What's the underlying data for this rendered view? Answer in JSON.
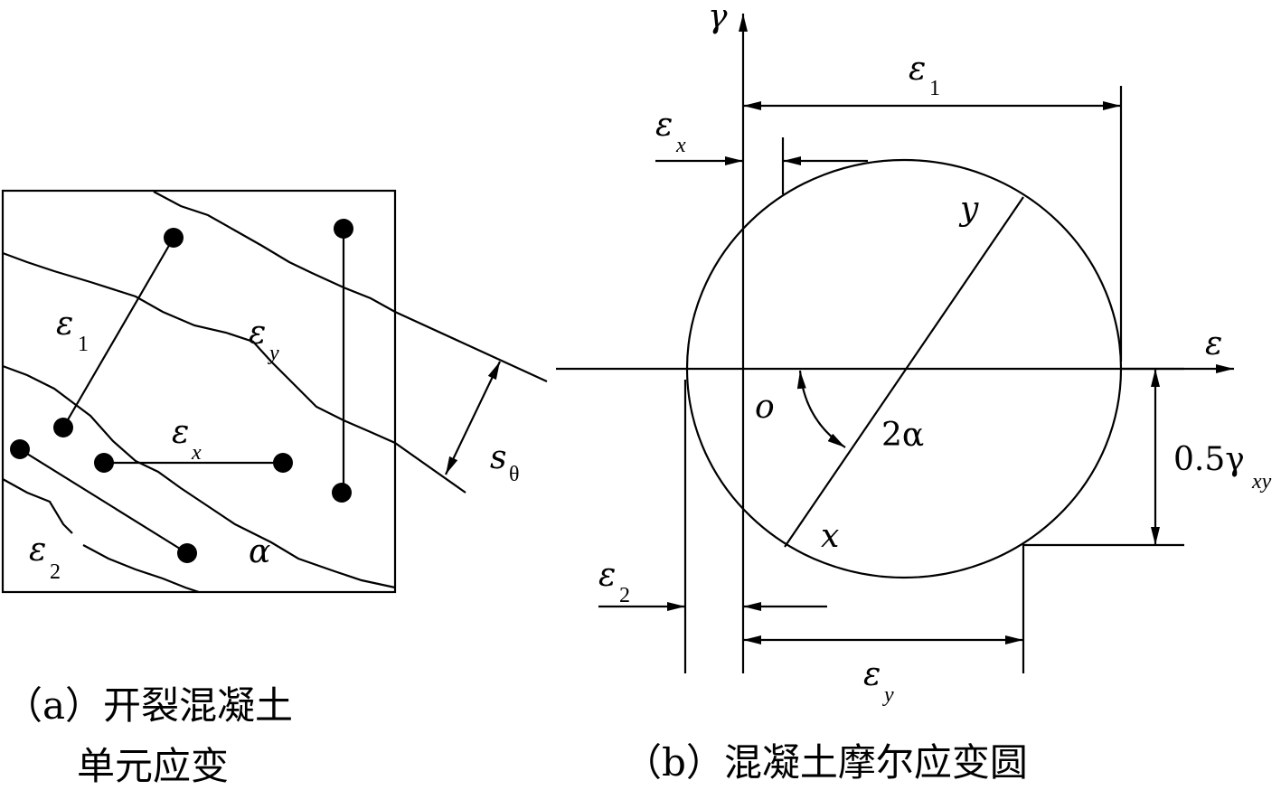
{
  "panel_a": {
    "labels": {
      "eps1": "ε",
      "eps1_sub": "1",
      "epsy": "ε",
      "epsy_sub": "y",
      "epsx": "ε",
      "epsx_sub": "x",
      "eps2": "ε",
      "eps2_sub": "2",
      "alpha": "α",
      "s": "s",
      "s_sub": "θ"
    },
    "caption_line1": "（a）开裂混凝土",
    "caption_line2": "单元应变"
  },
  "panel_b": {
    "labels": {
      "gamma": "γ",
      "eps_axis": "ε",
      "eps1": "ε",
      "eps1_sub": "1",
      "epsx": "ε",
      "epsx_sub": "x",
      "y": "y",
      "x": "x",
      "o": "o",
      "two_alpha": "2α",
      "half_gamma": "0.5γ",
      "half_gamma_sub": "xy",
      "eps2": "ε",
      "eps2_sub": "2",
      "epsy": "ε",
      "epsy_sub": "y"
    },
    "caption": "（b）混凝土摩尔应变圆"
  }
}
